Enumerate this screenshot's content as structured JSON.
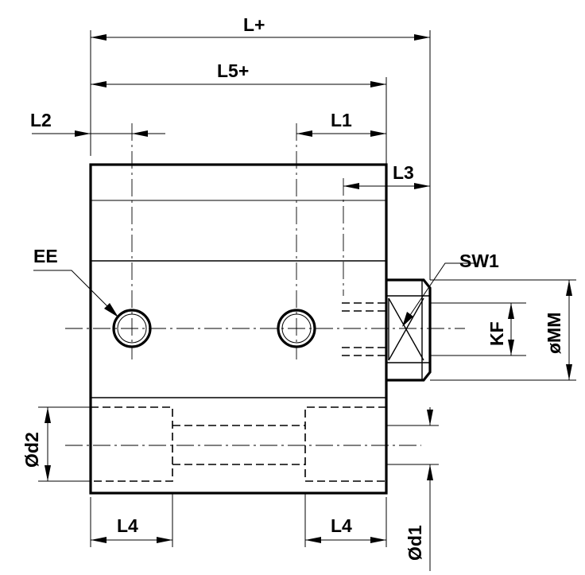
{
  "labels": {
    "L_plus": "L+",
    "L5_plus": "L5+",
    "L2": "L2",
    "L1": "L1",
    "L3": "L3",
    "EE": "EE",
    "SW1": "SW1",
    "KF": "KF",
    "MM": "øMM",
    "d2": "Ød2",
    "L4_left": "L4",
    "L4_right": "L4",
    "d1": "Ød1"
  }
}
